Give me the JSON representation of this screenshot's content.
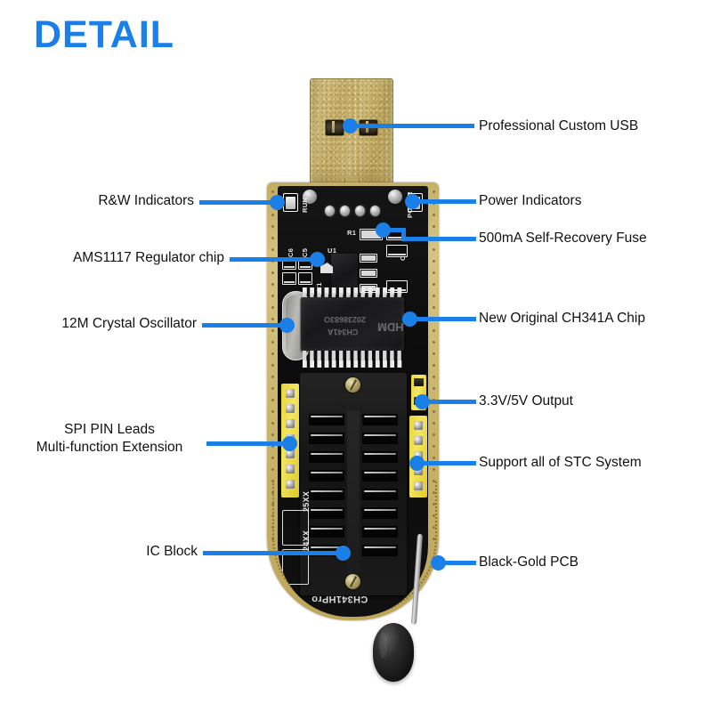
{
  "title": "DETAIL",
  "theme": {
    "accent_blue": "#1a80e8",
    "label_text": "#111111",
    "pcb_gold": "#c7b268",
    "pcb_black": "#101010",
    "header_yellow": "#e8d53a",
    "usb_gold": "#c0aa64"
  },
  "callouts": {
    "right": [
      {
        "id": "usb",
        "label": "Professional Custom USB"
      },
      {
        "id": "power-indicators",
        "label": "Power Indicators"
      },
      {
        "id": "fuse",
        "label": "500mA Self-Recovery Fuse"
      },
      {
        "id": "ch341a",
        "label": "New Original CH341A Chip"
      },
      {
        "id": "voltage-output",
        "label": "3.3V/5V Output"
      },
      {
        "id": "stc-system",
        "label": "Support all of STC System"
      },
      {
        "id": "pcb",
        "label": "Black-Gold PCB"
      }
    ],
    "left": [
      {
        "id": "rw-indicators",
        "label": "R&W Indicators"
      },
      {
        "id": "ams1117",
        "label": "AMS1117 Regulator chip"
      },
      {
        "id": "crystal",
        "label": "12M Crystal Oscillator"
      },
      {
        "id": "spi-pin-leads",
        "label_line1": "SPI PIN Leads",
        "label_line2": "Multi-function Extension"
      },
      {
        "id": "ic-block",
        "label": "IC Block"
      }
    ]
  },
  "board_silkscreen": {
    "run": "RUN",
    "power": "POWER",
    "c6": "C6",
    "c5": "C5",
    "y1": "Y1",
    "r1": "R1",
    "u1": "U1",
    "c1": "C1",
    "ic_socket_top": "25XX",
    "ic_socket_bottom": "24XX",
    "board_name": "CH341HPro",
    "chip_part": "CH341A",
    "chip_datecode": "20238683O",
    "chip_logo": "HDM"
  }
}
